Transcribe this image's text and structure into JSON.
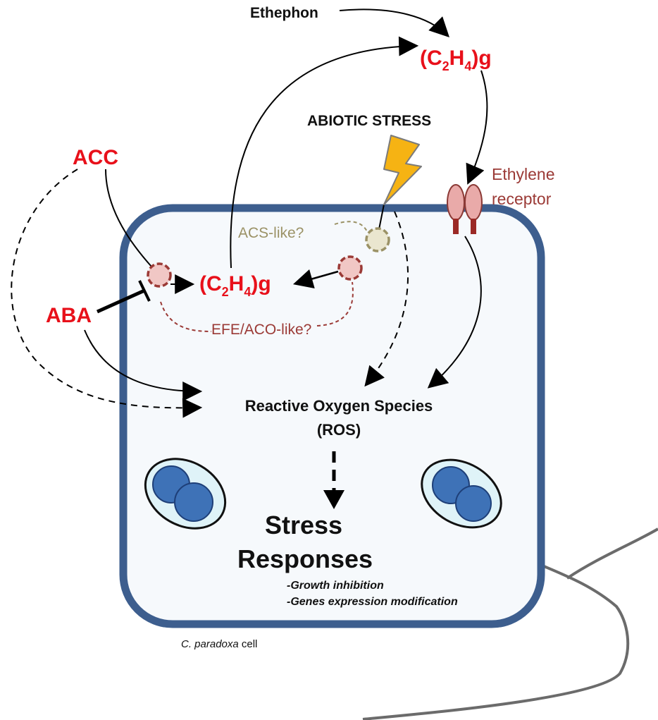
{
  "labels": {
    "ethephon": "Ethephon",
    "ethylene_gas_top": {
      "open": "(C",
      "sub1": "2",
      "mid": "H",
      "sub2": "4",
      "close": ")g"
    },
    "abiotic_stress": "ABIOTIC STRESS",
    "acc": "ACC",
    "aba": "ABA",
    "acs_like": "ACS-like?",
    "ethylene_gas_inner": {
      "open": "(C",
      "sub1": "2",
      "mid": "H",
      "sub2": "4",
      "close": ")g"
    },
    "efe_aco_like": "EFE/ACO-like?",
    "receptor_line1": "Ethylene",
    "receptor_line2": "receptor",
    "ros_line1": "Reactive Oxygen Species",
    "ros_line2": "(ROS)",
    "stress_line1": "Stress",
    "stress_line2": "Responses",
    "response_1": "-Growth inhibition",
    "response_2": "-Genes expression modification",
    "cell_caption_italic": "C. paradoxa",
    "cell_caption_rest": " cell"
  },
  "colors": {
    "red_label": "#e8101a",
    "cell_border": "#3d5e8e",
    "cell_fill": "#f6f9fc",
    "enzyme_red": "#9b3a36",
    "enzyme_olive": "#9b9266",
    "receptor": "#e9aaa9",
    "chloroplast": "#3e72b7",
    "lightning": "#f6b313"
  },
  "icons": [
    "lightning-bolt-icon",
    "ethylene-receptor-icon",
    "chloroplast-icon",
    "flagellum-icon"
  ]
}
